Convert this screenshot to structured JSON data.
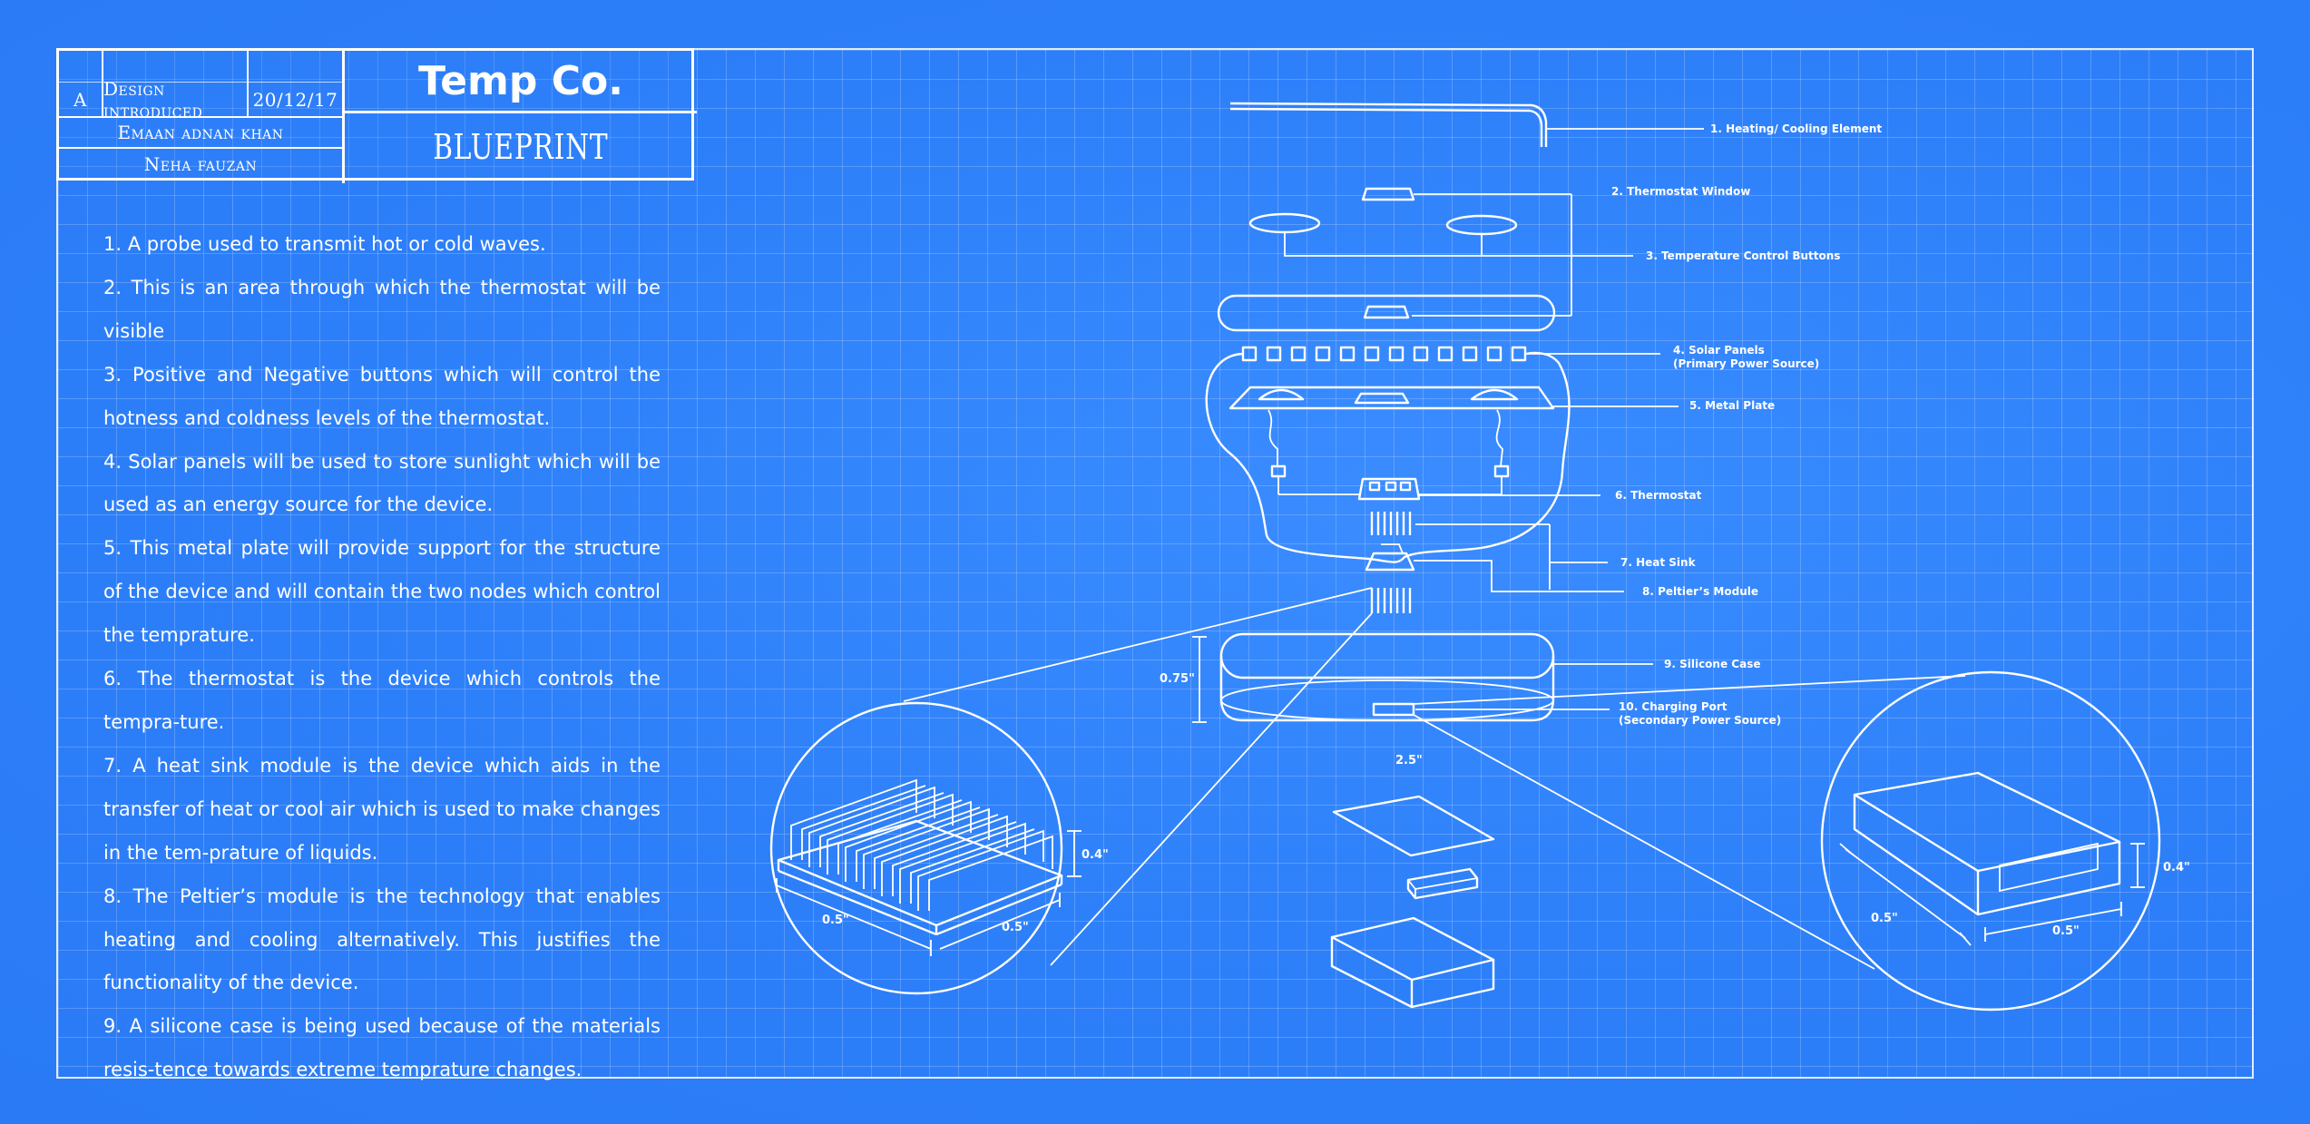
{
  "title_block": {
    "revision": "A",
    "change": "Design introduced",
    "date": "20/12/17",
    "author_1": "Emaan adnan khan",
    "author_2": "Neha fauzan",
    "company": "Temp Co.",
    "sheet_title": "BLUEPRINT"
  },
  "notes": [
    "1. A probe used to transmit hot or cold waves.",
    "2. This is an area through which the thermostat will be visible",
    "3. Positive and Negative buttons which will control the hotness and coldness levels of the thermostat.",
    "4. Solar panels will be used to store sunlight which will be used as an energy source for the device.",
    "5. This metal plate will provide support for the structure of the device and will contain the two nodes which control the temprature.",
    "6. The thermostat is the device which controls the tempra-ture.",
    "7. A heat sink module is the device which aids in the transfer of heat or cool air which is used to make changes in the tem-prature of liquids.",
    "8. The Peltier’s module is the technology that enables heating and cooling alternatively. This justifies the functionality of the device.",
    "9. A silicone case is being used because of the materials resis-tence towards extreme temprature changes."
  ],
  "callouts": {
    "c1": "1. Heating/ Cooling Element",
    "c2": "2. Thermostat Window",
    "c3": "3. Temperature Control Buttons",
    "c4a": "4. Solar Panels",
    "c4b": "(Primary Power Source)",
    "c5": "5. Metal Plate",
    "c6": "6. Thermostat",
    "c7": "7. Heat Sink",
    "c8": "8. Peltier’s Module",
    "c9": "9. Silicone Case",
    "c10a": "10. Charging Port",
    "c10b": "(Secondary Power Source)"
  },
  "dimensions": {
    "case_height": "0.75\"",
    "case_width": "2.5\"",
    "heatsink_height": "0.4\"",
    "heatsink_depth": "0.5\"",
    "heatsink_width": "0.5\"",
    "port_height": "0.4\"",
    "port_depth": "0.5\"",
    "port_width": "0.5\""
  },
  "colors": {
    "background": "#2f82fc",
    "lines": "#ffffff"
  }
}
